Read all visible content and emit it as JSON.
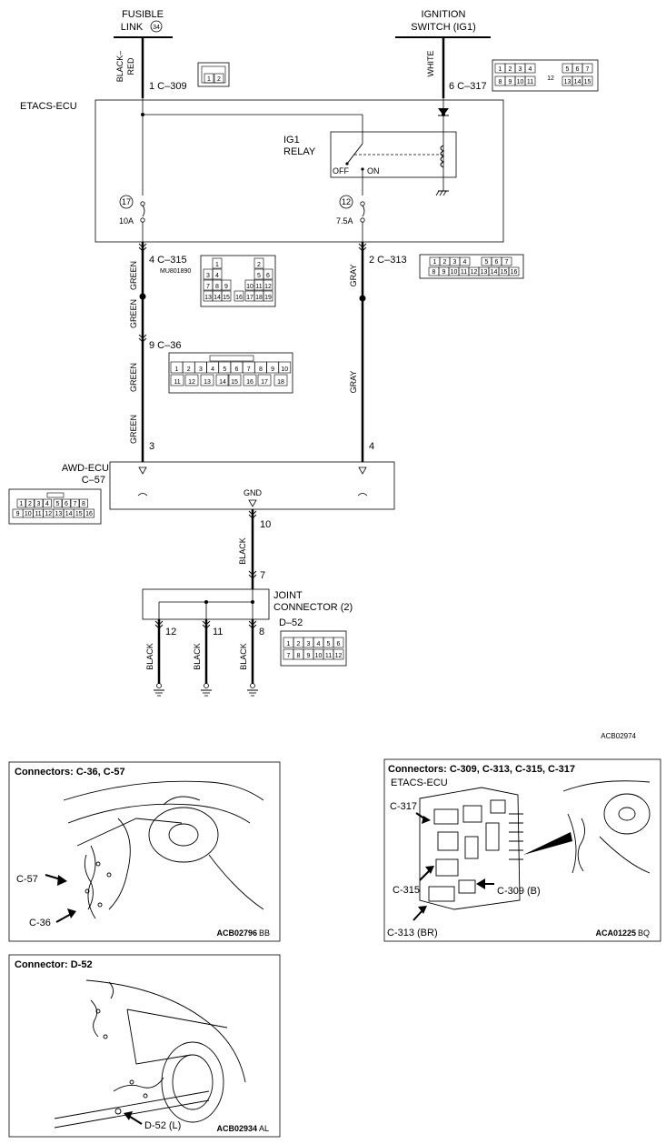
{
  "top": {
    "fusible_link": {
      "line1": "FUSIBLE",
      "line2": "LINK",
      "num": "34"
    },
    "ignition_switch": {
      "line1": "IGNITION",
      "line2": "SWITCH (IG1)"
    }
  },
  "wires": {
    "black_red_1": "BLACK–",
    "black_red_2": "RED",
    "white": "WHITE",
    "green": "GREEN",
    "gray": "GRAY",
    "black": "BLACK"
  },
  "pins": {
    "c309": "1  C–309",
    "c317": "6  C–317",
    "c315": "4  C–315",
    "c315_code": "MU801890",
    "c313": "2  C–313",
    "c36": "9  C–36",
    "awd_3": "3",
    "awd_4": "4",
    "gnd_10": "10",
    "jc_7": "7",
    "jc_12": "12",
    "jc_11": "11",
    "jc_8": "8"
  },
  "etacs": {
    "label": "ETACS-ECU",
    "relay_line1": "IG1",
    "relay_line2": "RELAY",
    "off": "OFF",
    "on": "ON",
    "fuse17": "17",
    "fuse17_amp": "10A",
    "fuse12": "12",
    "fuse12_amp": "7.5A"
  },
  "awd": {
    "line1": "AWD-ECU",
    "line2": "C–57",
    "gnd": "GND"
  },
  "joint": {
    "line1": "JOINT",
    "line2": "CONNECTOR (2)",
    "line3": "D–52"
  },
  "connectors": {
    "c309_pins": [
      "1",
      "2"
    ],
    "c317_row1": [
      "1",
      "2",
      "3",
      "4",
      "5",
      "6",
      "7"
    ],
    "c317_mid": "12",
    "c317_row2": [
      "8",
      "9",
      "10",
      "11",
      "13",
      "14",
      "15"
    ],
    "c315_rows": [
      "1",
      "2",
      "3",
      "4",
      "5",
      "6",
      "7",
      "8",
      "9",
      "10",
      "11",
      "12",
      "13",
      "14",
      "15",
      "16",
      "17",
      "18",
      "19"
    ],
    "c313_row1": [
      "1",
      "2",
      "3",
      "4",
      "5",
      "6",
      "7"
    ],
    "c313_row2": [
      "8",
      "9",
      "10",
      "11",
      "12",
      "13",
      "14",
      "15",
      "16"
    ],
    "c36_row1": [
      "1",
      "2",
      "3",
      "4",
      "5",
      "6",
      "7",
      "8",
      "9",
      "10"
    ],
    "c36_row2": [
      "11",
      "12",
      "13",
      "14",
      "15",
      "16",
      "17",
      "18"
    ],
    "c57_row1": [
      "1",
      "2",
      "3",
      "4",
      "5",
      "6",
      "7",
      "8"
    ],
    "c57_row2": [
      "9",
      "10",
      "11",
      "12",
      "13",
      "14",
      "15",
      "16"
    ],
    "d52_row1": [
      "1",
      "2",
      "3",
      "4",
      "5",
      "6"
    ],
    "d52_row2": [
      "7",
      "8",
      "9",
      "10",
      "11",
      "12"
    ]
  },
  "main_code": "ACB02974",
  "panels": {
    "c36_c57": {
      "title": "Connectors: C-36, C-57",
      "c57": "C-57",
      "c36": "C-36",
      "code_bold": "ACB02796",
      "code_tail": "BB"
    },
    "etacs": {
      "title": "Connectors: C-309, C-313, C-315, C-317",
      "sub": "ETACS-ECU",
      "c317": "C-317",
      "c315": "C-315",
      "c309": "C-309 (B)",
      "c313": "C-313 (BR)",
      "code_bold": "ACA01225",
      "code_tail": "BQ"
    },
    "d52": {
      "title": "Connector: D-52",
      "d52": "D-52 (L)",
      "code_bold": "ACB02934",
      "code_tail": "AL"
    }
  }
}
